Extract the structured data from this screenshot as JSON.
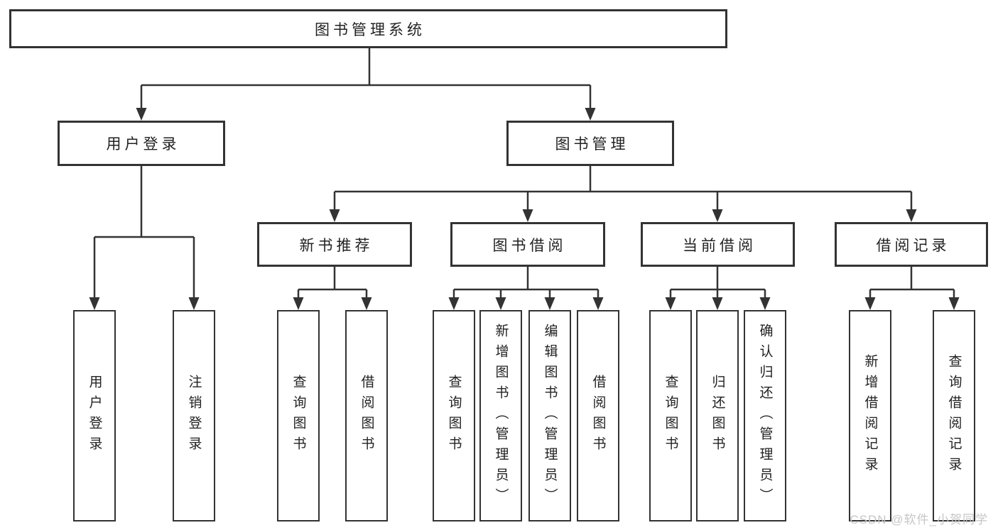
{
  "diagram": {
    "root": {
      "label": "图书管理系统"
    },
    "branches": [
      {
        "label": "用户登录",
        "children": [
          {
            "label": "用户登录"
          },
          {
            "label": "注销登录"
          }
        ]
      },
      {
        "label": "图书管理",
        "children": [
          {
            "label": "新书推荐",
            "children": [
              {
                "label": "查询图书"
              },
              {
                "label": "借阅图书"
              }
            ]
          },
          {
            "label": "图书借阅",
            "children": [
              {
                "label": "查询图书"
              },
              {
                "label": "新增图书（管理员）"
              },
              {
                "label": "编辑图书（管理员）"
              },
              {
                "label": "借阅图书"
              }
            ]
          },
          {
            "label": "当前借阅",
            "children": [
              {
                "label": "查询图书"
              },
              {
                "label": "归还图书"
              },
              {
                "label": "确认归还（管理员）"
              }
            ]
          },
          {
            "label": "借阅记录",
            "children": [
              {
                "label": "新增借阅记录"
              },
              {
                "label": "查询借阅记录"
              }
            ]
          }
        ]
      }
    ]
  },
  "watermark": "CSDN @软件_小贺同学",
  "colors": {
    "line": "#333333",
    "box_border": "#333333",
    "box_fill": "#ffffff",
    "text": "#222222",
    "watermark": "#c6c6c6",
    "background": "#ffffff"
  }
}
